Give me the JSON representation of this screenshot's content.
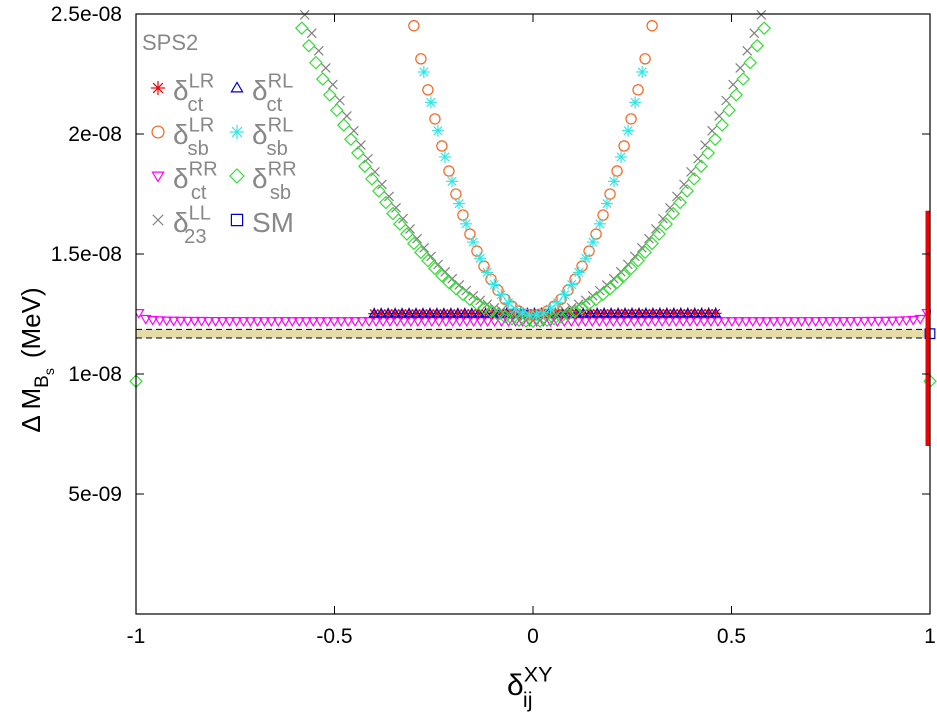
{
  "chart_data": {
    "type": "scatter",
    "title": "",
    "xlabel": {
      "base": "δ",
      "sub": "ij",
      "sup": "XY"
    },
    "ylabel": {
      "prefix": "Δ M",
      "sub": "B",
      "subsub": "s",
      "unit": "(MeV)"
    },
    "xlim": [
      -1,
      1
    ],
    "ylim": [
      0,
      2.5e-08
    ],
    "xticks": [
      -1,
      -0.5,
      0,
      0.5,
      1
    ],
    "xtick_labels": [
      "-1",
      "-0.5",
      "0",
      "0.5",
      "1"
    ],
    "yticks": [
      5e-09,
      1e-08,
      1.5e-08,
      2e-08,
      2.5e-08
    ],
    "ytick_labels": [
      "5e-09",
      "1e-08",
      "1.5e-08",
      "2e-08",
      "2.5e-08"
    ],
    "grid": false,
    "legend_title": "SPS2",
    "legend_position": "top-left",
    "sm_band": {
      "center": 1.168e-08,
      "low": 1.15e-08,
      "high": 1.186e-08,
      "color": "#e6dda6"
    },
    "experiment": {
      "x": 1,
      "value": 1.17e-08,
      "low": 7e-09,
      "high": 1.68e-08,
      "color": "#ee0000"
    },
    "series": [
      {
        "key": "ctLR",
        "name": {
          "base": "δ",
          "sub": "ct",
          "sup": "LR"
        },
        "marker": "star",
        "color": "#ee0000",
        "x_range": [
          -0.4,
          0.46
        ],
        "y0": 1.252e-08,
        "curve": "linear",
        "slope": 1.5e-11
      },
      {
        "key": "ctRL",
        "name": {
          "base": "δ",
          "sub": "ct",
          "sup": "RL"
        },
        "marker": "triangle",
        "color": "#0000cc",
        "x_range": [
          -0.4,
          0.46
        ],
        "y0": 1.252e-08,
        "curve": "linear",
        "slope": 9e-12
      },
      {
        "key": "sbLR",
        "name": {
          "base": "δ",
          "sub": "sb",
          "sup": "LR"
        },
        "marker": "circle",
        "color": "#f26522",
        "x_range": [
          -0.3,
          0.3
        ],
        "y0": 1.245e-08,
        "curve": "parabola",
        "coef": 1.34e-07
      },
      {
        "key": "sbRL",
        "name": {
          "base": "δ",
          "sub": "sb",
          "sup": "RL"
        },
        "marker": "star",
        "color": "#33e6e6",
        "x_range": [
          -0.275,
          0.275
        ],
        "y0": 1.245e-08,
        "curve": "parabola",
        "coef": 1.34e-07
      },
      {
        "key": "ctRR",
        "name": {
          "base": "δ",
          "sub": "ct",
          "sup": "RR"
        },
        "marker": "triangle-down",
        "color": "#ff00ff",
        "x_range": [
          -0.993,
          0.993
        ],
        "y0": 1.22e-08,
        "curve": "edge-rise",
        "coef": 4.8e-12
      },
      {
        "key": "sbRR",
        "name": {
          "base": "δ",
          "sub": "sb",
          "sup": "RR"
        },
        "marker": "diamond",
        "color": "#33dd33",
        "x_range": [
          -0.6,
          0.6
        ],
        "y0": 1.22e-08,
        "curve": "parabola",
        "coef": 3.6e-08,
        "extra_points": [
          {
            "x": -1,
            "y": 9.7e-09
          },
          {
            "x": 1,
            "y": 9.7e-09
          }
        ]
      },
      {
        "key": "LL23",
        "name": {
          "base": "δ",
          "sub": "23",
          "sup": "LL"
        },
        "marker": "cross",
        "color": "#808080",
        "x_range": [
          -0.575,
          0.575
        ],
        "y0": 1.24e-08,
        "curve": "parabola",
        "coef": 3.8e-08
      },
      {
        "key": "SM",
        "name": {
          "base": "SM",
          "sub": "",
          "sup": ""
        },
        "marker": "square",
        "color": "#0000cc",
        "extra_points": [
          {
            "x": 1,
            "y": 1.168e-08
          }
        ]
      }
    ]
  }
}
